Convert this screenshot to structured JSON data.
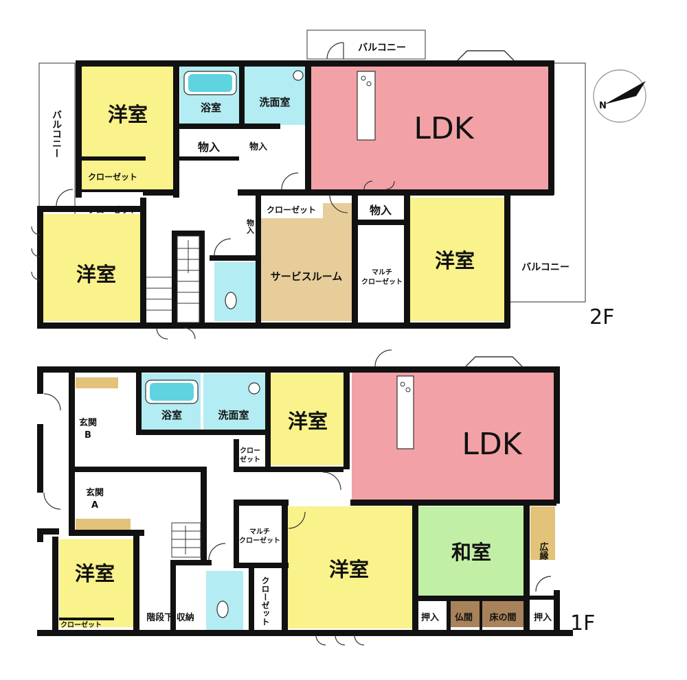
{
  "floor2": {
    "label": "2F",
    "rooms": {
      "youshitsu_nw": "洋室",
      "bath": "浴室",
      "washroom": "洗面室",
      "ldk": "LDK",
      "closet_a": "クローゼット",
      "closet_b": "クローゼット",
      "storage_a": "物入",
      "storage_b": "物入",
      "storage_c": "物入",
      "storage_d": "物入",
      "youshitsu_sw": "洋室",
      "closet_c": "クローゼット",
      "service_room": "サービスルーム",
      "multi_closet_line1": "マルチ",
      "multi_closet_line2": "クローゼット",
      "youshitsu_e": "洋室"
    },
    "balconies": {
      "top": "バルコニー",
      "west": "バルコニー",
      "east": "バルコニー"
    }
  },
  "floor1": {
    "label": "1F",
    "rooms": {
      "bath": "浴室",
      "washroom": "洗面室",
      "youshitsu_n": "洋室",
      "ldk": "LDK",
      "genkan_b_line1": "玄関",
      "genkan_b_line2": "B",
      "genkan_a_line1": "玄関",
      "genkan_a_line2": "A",
      "closet_small_line1": "クロー",
      "closet_small_line2": "ゼット",
      "multi_closet_line1": "マルチ",
      "multi_closet_line2": "クローゼット",
      "youshitsu_c": "洋室",
      "washitsu": "和室",
      "hiroen": "広縁",
      "youshitsu_sw": "洋室",
      "closet_sw": "クローゼット",
      "stair_storage": "階段下 収納",
      "closet_v": "クローゼット",
      "oshiire_a": "押入",
      "butsuma": "仏間",
      "tokonoma": "床の間",
      "oshiire_b": "押入"
    }
  },
  "compass": {
    "north_letter": "N"
  },
  "colors": {
    "ldk": "#f2a2a6",
    "youshitsu": "#faf28a",
    "bath": "#b3ecf2",
    "service_room": "#e7cd9a",
    "washitsu": "#c2efa6",
    "hiroen": "#e3c27a",
    "tokonoma": "#a8825a",
    "wall": "#111111"
  }
}
